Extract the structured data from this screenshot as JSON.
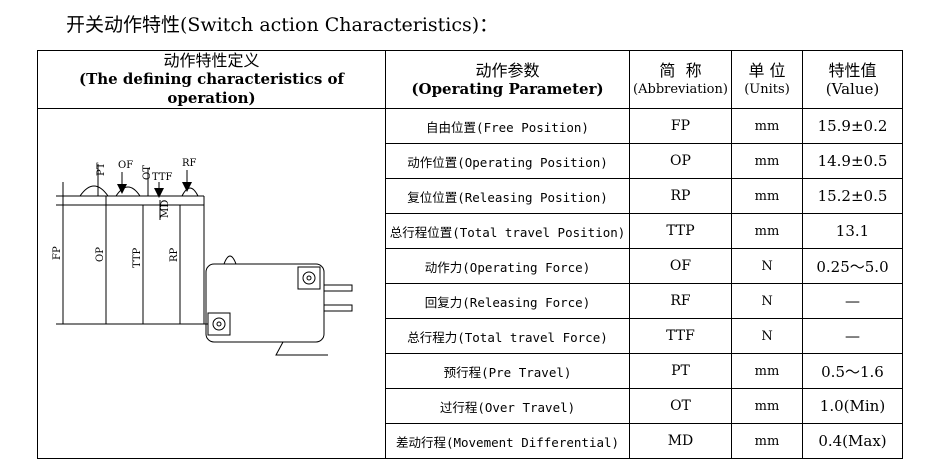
{
  "title": "开关动作特性(Switch action Characteristics)：",
  "headers": {
    "definition_cn": "动作特性定义",
    "definition_en": "(The defining characteristics of operation)",
    "param_cn": "动作参数",
    "param_en": "(Operating Parameter)",
    "abbr_cn": "简  称",
    "abbr_en": "(Abbreviation)",
    "unit_cn": "单 位",
    "unit_en": "(Units)",
    "value_cn": "特性值",
    "value_en": "(Value)"
  },
  "diagram_labels": {
    "fp": "FP",
    "op": "OP",
    "ttp": "TTP",
    "rp": "RP",
    "pt": "PT",
    "of": "OF",
    "ot": "OT",
    "ttf": "TTF",
    "md": "MD",
    "rf": "RF"
  },
  "rows": [
    {
      "param": "自由位置(Free Position)",
      "abbr": "FP",
      "unit": "mm",
      "value": "15.9±0.2"
    },
    {
      "param": "动作位置(Operating Position)",
      "abbr": "OP",
      "unit": "mm",
      "value": "14.9±0.5"
    },
    {
      "param": "复位位置(Releasing Position)",
      "abbr": "RP",
      "unit": "mm",
      "value": "15.2±0.5"
    },
    {
      "param": "总行程位置(Total travel Position)",
      "abbr": "TTP",
      "unit": "mm",
      "value": "13.1"
    },
    {
      "param": "动作力(Operating Force)",
      "abbr": "OF",
      "unit": "N",
      "value": "0.25～5.0"
    },
    {
      "param": "回复力(Releasing Force)",
      "abbr": "RF",
      "unit": "N",
      "value": "—"
    },
    {
      "param": "总行程力(Total travel Force)",
      "abbr": "TTF",
      "unit": "N",
      "value": "—"
    },
    {
      "param": "预行程(Pre Travel)",
      "abbr": "PT",
      "unit": "mm",
      "value": "0.5～1.6"
    },
    {
      "param": "过行程(Over Travel)",
      "abbr": "OT",
      "unit": "mm",
      "value": "1.0(Min)"
    },
    {
      "param": "差动行程(Movement Differential)",
      "abbr": "MD",
      "unit": "mm",
      "value": "0.4(Max)"
    }
  ]
}
